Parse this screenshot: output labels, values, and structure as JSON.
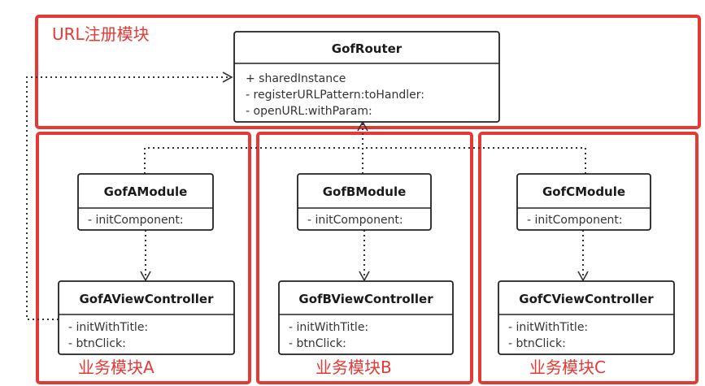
{
  "colors": {
    "group_border": "#e53935",
    "class_border": "#222222",
    "connector": "#333333"
  },
  "groups": {
    "url": {
      "label": "URL注册模块"
    },
    "a": {
      "label": "业务模块A"
    },
    "b": {
      "label": "业务模块B"
    },
    "c": {
      "label": "业务模块C"
    }
  },
  "classes": {
    "router": {
      "name": "GofRouter",
      "members": [
        "+ sharedInstance",
        "- registerURLPattern:toHandler:",
        "- openURL:withParam:"
      ]
    },
    "a_module": {
      "name": "GofAModule",
      "members": [
        "- initComponent:"
      ]
    },
    "b_module": {
      "name": "GofBModule",
      "members": [
        "- initComponent:"
      ]
    },
    "c_module": {
      "name": "GofCModule",
      "members": [
        "- initComponent:"
      ]
    },
    "a_vc": {
      "name": "GofAViewController",
      "members": [
        "- initWithTitle:",
        "- btnClick:"
      ]
    },
    "b_vc": {
      "name": "GofBViewController",
      "members": [
        "- initWithTitle:",
        "- btnClick:"
      ]
    },
    "c_vc": {
      "name": "GofCViewController",
      "members": [
        "- initWithTitle:",
        "- btnClick:"
      ]
    }
  }
}
